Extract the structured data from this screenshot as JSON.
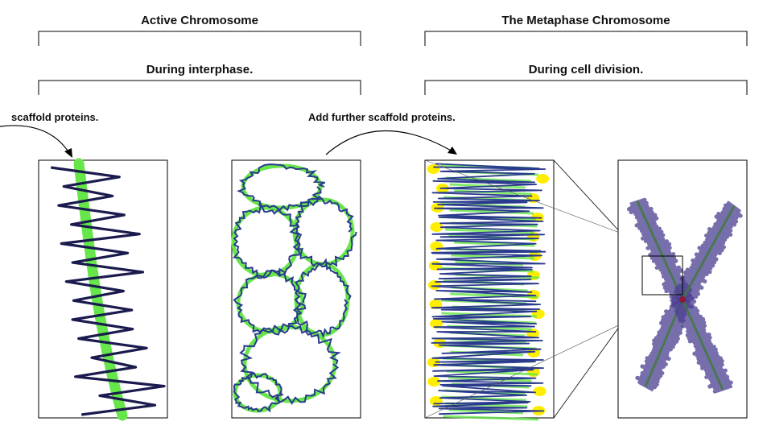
{
  "headings": {
    "left_title": "Active Chromosome",
    "left_subtitle": "During interphase.",
    "right_title": "The Metaphase Chromosome",
    "right_subtitle": "During cell division."
  },
  "annotations": {
    "first": "scaffold proteins.",
    "second": "Add further scaffold proteins."
  },
  "colors": {
    "dna": "#1a1a4e",
    "dna_blue": "#2a3a8c",
    "scaffold": "#66e64a",
    "protein": "#ffee00",
    "chromosome": "#4a3f8f",
    "frame": "#000000"
  },
  "panels": [
    {
      "name": "interphase-dna-panel"
    },
    {
      "name": "looped-scaffold-panel"
    },
    {
      "name": "condensed-coil-panel"
    },
    {
      "name": "metaphase-x-panel"
    }
  ]
}
